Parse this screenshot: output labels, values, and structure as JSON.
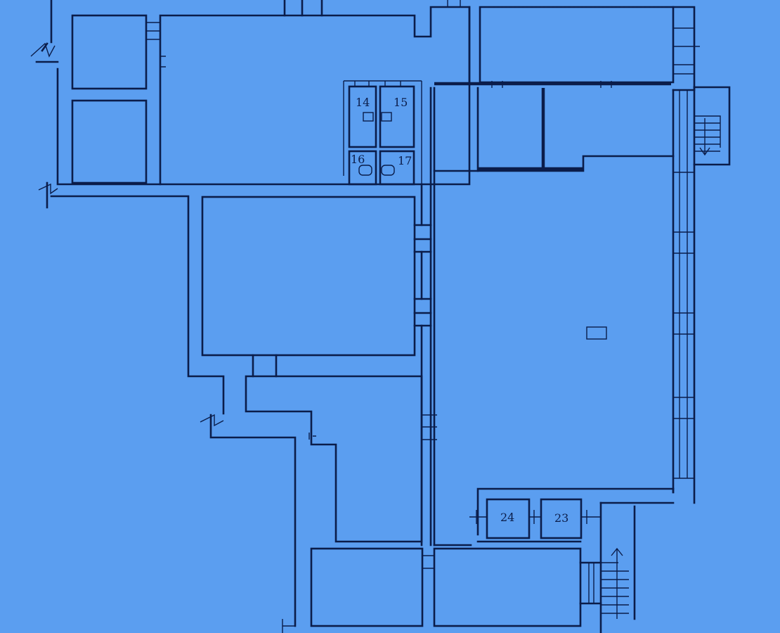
{
  "room_labels": {
    "r14": "14",
    "r15": "15",
    "r16": "16",
    "r17": "17",
    "r23": "23",
    "r24": "24"
  },
  "colors": {
    "background": "#5b9ef0",
    "line": "#0b1d4a"
  }
}
